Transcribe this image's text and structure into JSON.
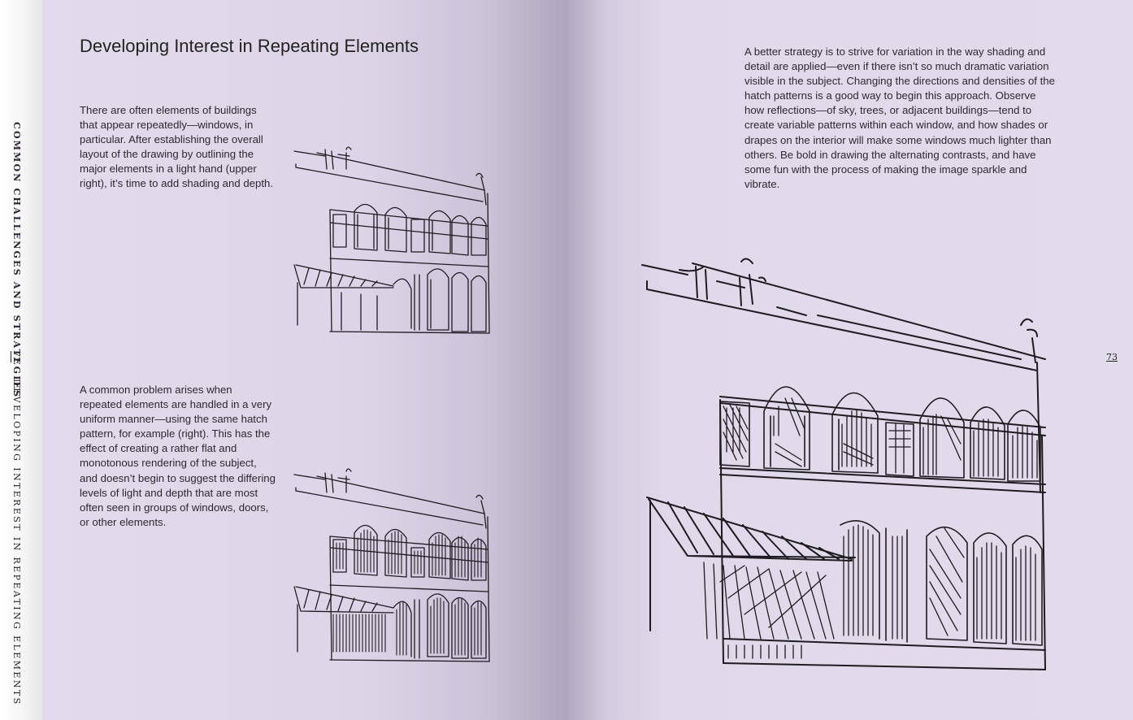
{
  "side_tab": {
    "chapter": "COMMON CHALLENGES AND STRATEGIES",
    "page_left": "72",
    "section": "DEVELOPING INTEREST IN REPEATING ELEMENTS"
  },
  "left_page": {
    "title": "Developing Interest in Repeating Elements",
    "para1": "There are often elements of buildings that appear repeatedly—windows, in particular. After establishing the overall layout of the drawing by outlining the major elements in a light hand (upper right), it’s time to add shading and depth.",
    "para2": "A common problem arises when repeated elements are handled in a very uniform manner—using the same hatch pattern, for example (right). This has the effect of creating a rather flat and monotonous rendering of the subject, and doesn’t begin to suggest the differing levels of light and depth that are most often seen in groups of windows, doors, or other elements."
  },
  "right_page": {
    "para": "A better strategy is to strive for variation in the way shading and detail are applied—even if there isn’t so much dramatic variation visible in the subject. Changing the directions and densities of the hatch patterns is a good way to begin this approach. Observe how reflections—of sky, trees, or adjacent buildings—tend to create variable patterns within each window, and how shades or drapes on the interior will make some windows much lighter than others. Be bold in drawing the alternating contrasts, and have some fun with the process of making the image sparkle and vibrate.",
    "page_number": "73"
  },
  "colors": {
    "page": "#e2dbeb",
    "ink": "#1e1b22",
    "tab": "#ffffff"
  }
}
